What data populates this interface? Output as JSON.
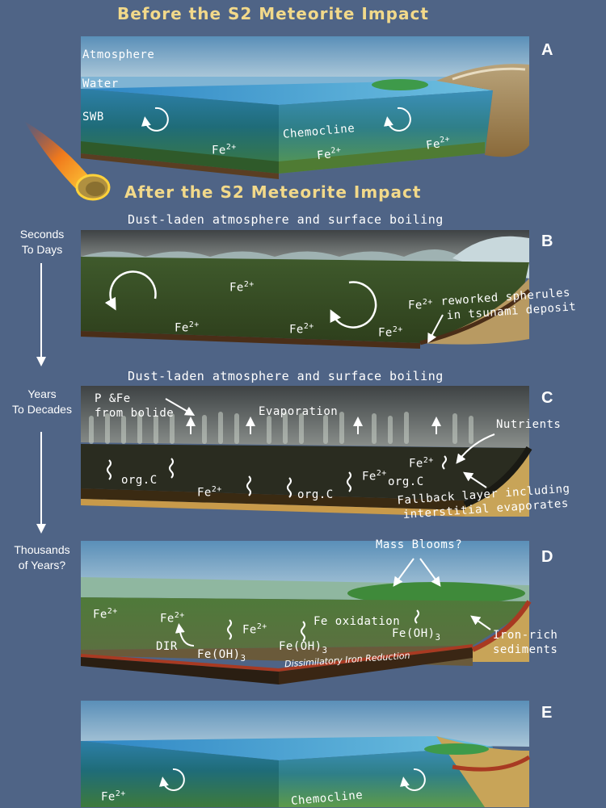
{
  "headings": {
    "before": "Before the S2 Meteorite Impact",
    "after": "After the S2 Meteorite Impact"
  },
  "timeline": {
    "t1": [
      "Seconds",
      "To Days"
    ],
    "t2": [
      "Years",
      "To Decades"
    ],
    "t3": [
      "Thousands",
      "of Years?"
    ]
  },
  "panels": {
    "A": {
      "letter": "A",
      "atmosphere": "Atmosphere",
      "water": "Water",
      "swb": "SWB",
      "chemocline": "Chemocline",
      "fe1": "Fe2+",
      "fe2": "Fe2+",
      "fe3": "Fe2+"
    },
    "B": {
      "letter": "B",
      "title": "Dust-laden atmosphere and surface boiling",
      "fe1": "Fe2+",
      "fe2": "Fe2+",
      "fe3": "Fe2+",
      "fe4": "Fe2+",
      "fe5": "Fe2+",
      "spherules": [
        "reworked spherules",
        "in tsunami deposit"
      ]
    },
    "C": {
      "letter": "C",
      "title": "Dust-laden atmosphere and surface boiling",
      "bolide": [
        "P &Fe",
        "from bolide"
      ],
      "evaporation": "Evaporation",
      "nutrients": "Nutrients",
      "orgc1": "org.C",
      "orgc2": "org.C",
      "orgc3": "org.C",
      "fe1": "Fe2+",
      "fe2": "Fe2+",
      "fe3": "Fe2+",
      "fallback": [
        "Fallback layer including",
        "interstitial evaporates"
      ]
    },
    "D": {
      "letter": "D",
      "blooms": "Mass Blooms?",
      "fe1": "Fe2+",
      "fe2": "Fe2+",
      "fe3": "Fe2+",
      "dir": "DIR",
      "feoh1": "Fe(OH)3",
      "feoh2": "Fe(OH)3",
      "feoh3": "Fe(OH)3",
      "oxidation": "Fe oxidation",
      "dissimilatory": "Dissimilatory Iron Reduction",
      "ironrich": [
        "Iron-rich",
        "sediments"
      ]
    },
    "E": {
      "letter": "E",
      "fe1": "Fe2+",
      "chemocline": "Chemocline"
    }
  }
}
